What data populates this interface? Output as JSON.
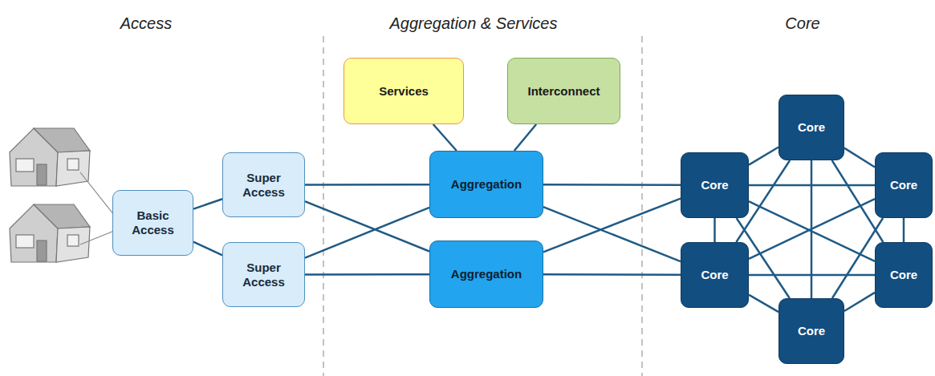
{
  "diagram": {
    "nodes": [
      {
        "text": [
          "Basic Access"
        ]
      },
      {
        "text": [
          "Super Access"
        ]
      },
      {
        "text": [
          "Super Access"
        ]
      },
      {
        "text": [
          "Services"
        ]
      },
      {
        "text": [
          "Interconnect"
        ]
      },
      {
        "text": [
          "Aggregation"
        ]
      },
      {
        "text": [
          "Aggregation"
        ]
      },
      {
        "text": [
          "Core"
        ]
      },
      {
        "text": [
          "Core"
        ]
      },
      {
        "text": [
          "Core"
        ]
      },
      {
        "text": [
          "Core"
        ]
      },
      {
        "text": [
          "Core"
        ]
      },
      {
        "text": [
          "Core"
        ]
      }
    ],
    "edges": [
      {
        "from": 0,
        "to": 1,
        "arrow": "none"
      },
      {
        "from": 0,
        "to": 2,
        "arrow": "none"
      },
      {
        "from": 1,
        "to": 5,
        "arrow": "none"
      },
      {
        "from": 1,
        "to": 6,
        "arrow": "none"
      },
      {
        "from": 2,
        "to": 5,
        "arrow": "none"
      },
      {
        "from": 2,
        "to": 6,
        "arrow": "none"
      },
      {
        "from": 3,
        "to": 5,
        "arrow": "none"
      },
      {
        "from": 4,
        "to": 5,
        "arrow": "none"
      },
      {
        "from": 5,
        "to": 8,
        "arrow": "none"
      },
      {
        "from": 5,
        "to": 10,
        "arrow": "none"
      },
      {
        "from": 6,
        "to": 8,
        "arrow": "none"
      },
      {
        "from": 6,
        "to": 10,
        "arrow": "none"
      },
      {
        "from": 7,
        "to": 8,
        "arrow": "none"
      },
      {
        "from": 7,
        "to": 9,
        "arrow": "none"
      },
      {
        "from": 7,
        "to": 10,
        "arrow": "none"
      },
      {
        "from": 7,
        "to": 11,
        "arrow": "none"
      },
      {
        "from": 7,
        "to": 12,
        "arrow": "none"
      },
      {
        "from": 8,
        "to": 9,
        "arrow": "none"
      },
      {
        "from": 8,
        "to": 10,
        "arrow": "none"
      },
      {
        "from": 8,
        "to": 11,
        "arrow": "none"
      },
      {
        "from": 8,
        "to": 12,
        "arrow": "none"
      },
      {
        "from": 9,
        "to": 10,
        "arrow": "none"
      },
      {
        "from": 9,
        "to": 11,
        "arrow": "none"
      },
      {
        "from": 9,
        "to": 12,
        "arrow": "none"
      },
      {
        "from": 10,
        "to": 11,
        "arrow": "none"
      },
      {
        "from": 10,
        "to": 12,
        "arrow": "none"
      },
      {
        "from": 11,
        "to": 12,
        "arrow": "none"
      }
    ],
    "labels": [
      "Access",
      "Aggregation & Services",
      "Core"
    ]
  }
}
